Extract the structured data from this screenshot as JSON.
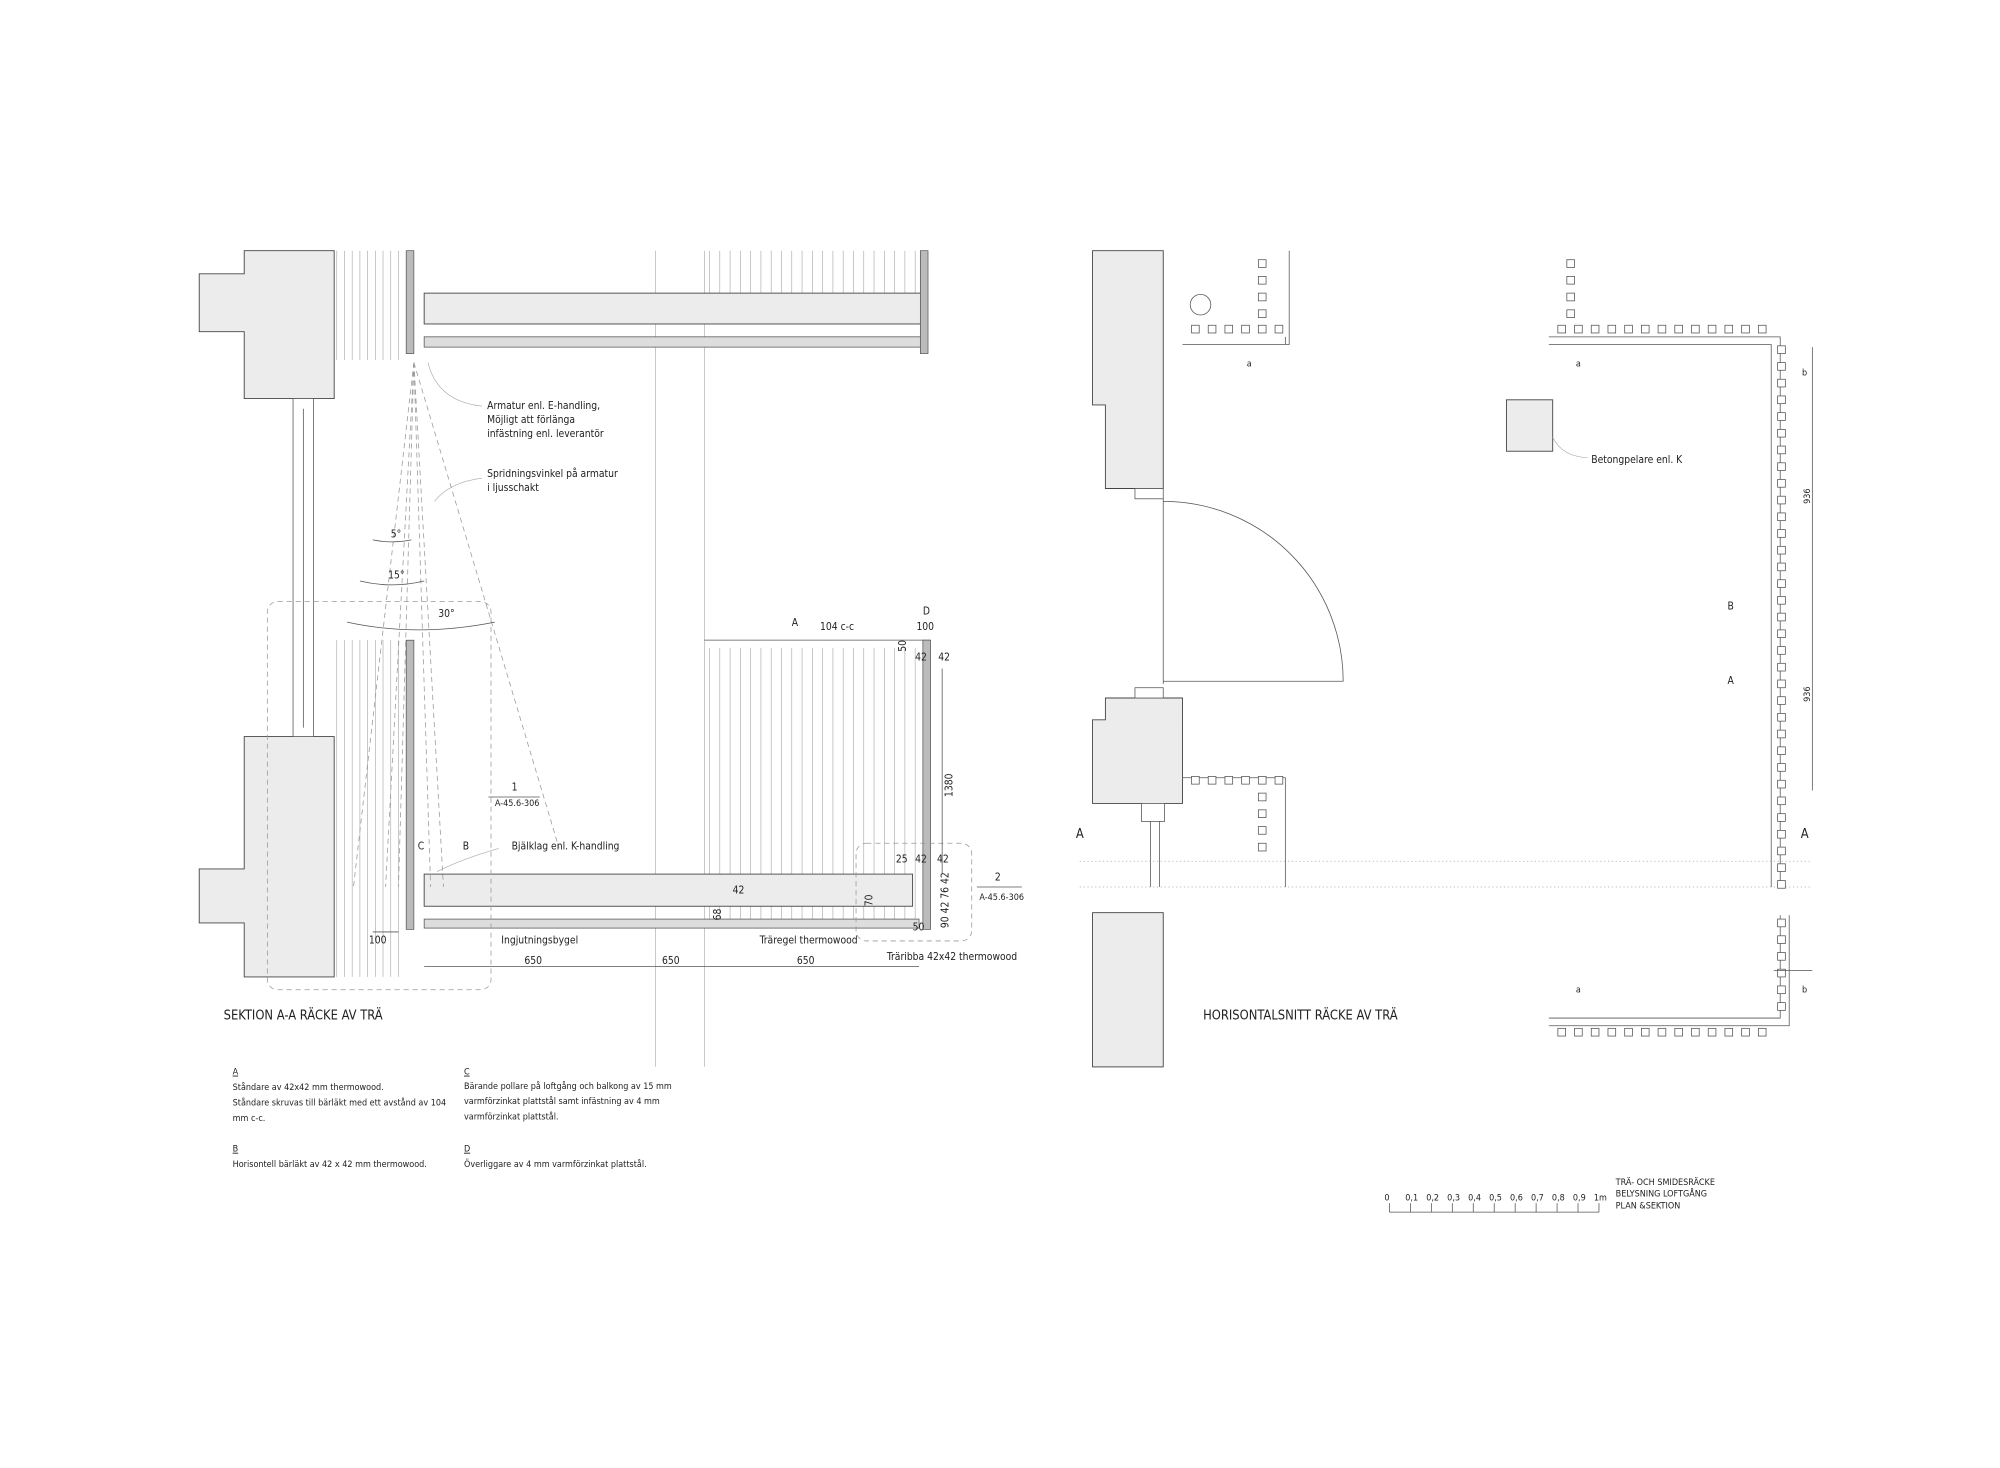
{
  "section": {
    "title": "SEKTION A-A RÄCKE AV TRÄ",
    "annotations": {
      "armatur": [
        "Armatur enl. E-handling,",
        "Möjligt att förlänga",
        "infästning enl. leverantör"
      ],
      "spridning": [
        "Spridningsvinkel på armatur",
        "i ljusschakt"
      ],
      "bjalklag": "Bjälklag enl. K-handling",
      "ingjutning": "Ingjutningsbygel",
      "traregel": "Träregel thermowood",
      "traribba": "Träribba 42x42 thermowood"
    },
    "angles": [
      "5°",
      "15°",
      "30°"
    ],
    "detail_refs": [
      {
        "num": "1",
        "ref": "A-45.6-306"
      },
      {
        "num": "2",
        "ref": "A-45.6-306"
      }
    ],
    "markers": [
      "A",
      "B",
      "C",
      "D"
    ],
    "dimensions": {
      "spacing": [
        "650",
        "650",
        "650"
      ],
      "left": "100",
      "cc": "104  c-c",
      "top_width": "100",
      "top_50": "50",
      "top_42a": "42",
      "top_42b": "42",
      "height": "1380",
      "bot_25": "25",
      "bot_42a": "42",
      "bot_42b": "42",
      "vert_stack": "90 42 76 42",
      "bot_70": "70",
      "bot_68": "68",
      "bot_42c": "42",
      "bot_50": "50"
    }
  },
  "plan": {
    "title": "HORISONTALSNITT RÄCKE AV TRÄ",
    "pillar_label": "Betongpelare enl. K",
    "dims": {
      "a": "a",
      "b": "b",
      "d936a": "936",
      "d936b": "936"
    },
    "markers": {
      "A": "A",
      "B": "B",
      "cut_left": "A",
      "cut_right": "A"
    }
  },
  "notes": [
    {
      "key": "A",
      "lines": [
        "Ståndare av 42x42 mm thermowood.",
        "Ståndare skruvas till bärläkt med ett avstånd av 104",
        "mm c-c."
      ]
    },
    {
      "key": "B",
      "lines": [
        "Horisontell bärläkt av 42 x 42 mm thermowood."
      ]
    },
    {
      "key": "C",
      "lines": [
        "Bärande pollare på loftgång och balkong av 15 mm",
        "varmförzinkat plattstål samt infästning av 4 mm",
        "varmförzinkat plattstål."
      ]
    },
    {
      "key": "D",
      "lines": [
        "Överliggare av 4 mm varmförzinkat plattstål."
      ]
    }
  ],
  "scale_bar": {
    "ticks": [
      "0",
      "0,1",
      "0,2",
      "0,3",
      "0,4",
      "0,5",
      "0,6",
      "0,7",
      "0,8",
      "0,9",
      "1m"
    ]
  },
  "title_block": [
    "TRÄ- OCH SMIDESRÄCKE",
    "BELYSNING LOFTGÅNG",
    "PLAN &SEKTION"
  ]
}
